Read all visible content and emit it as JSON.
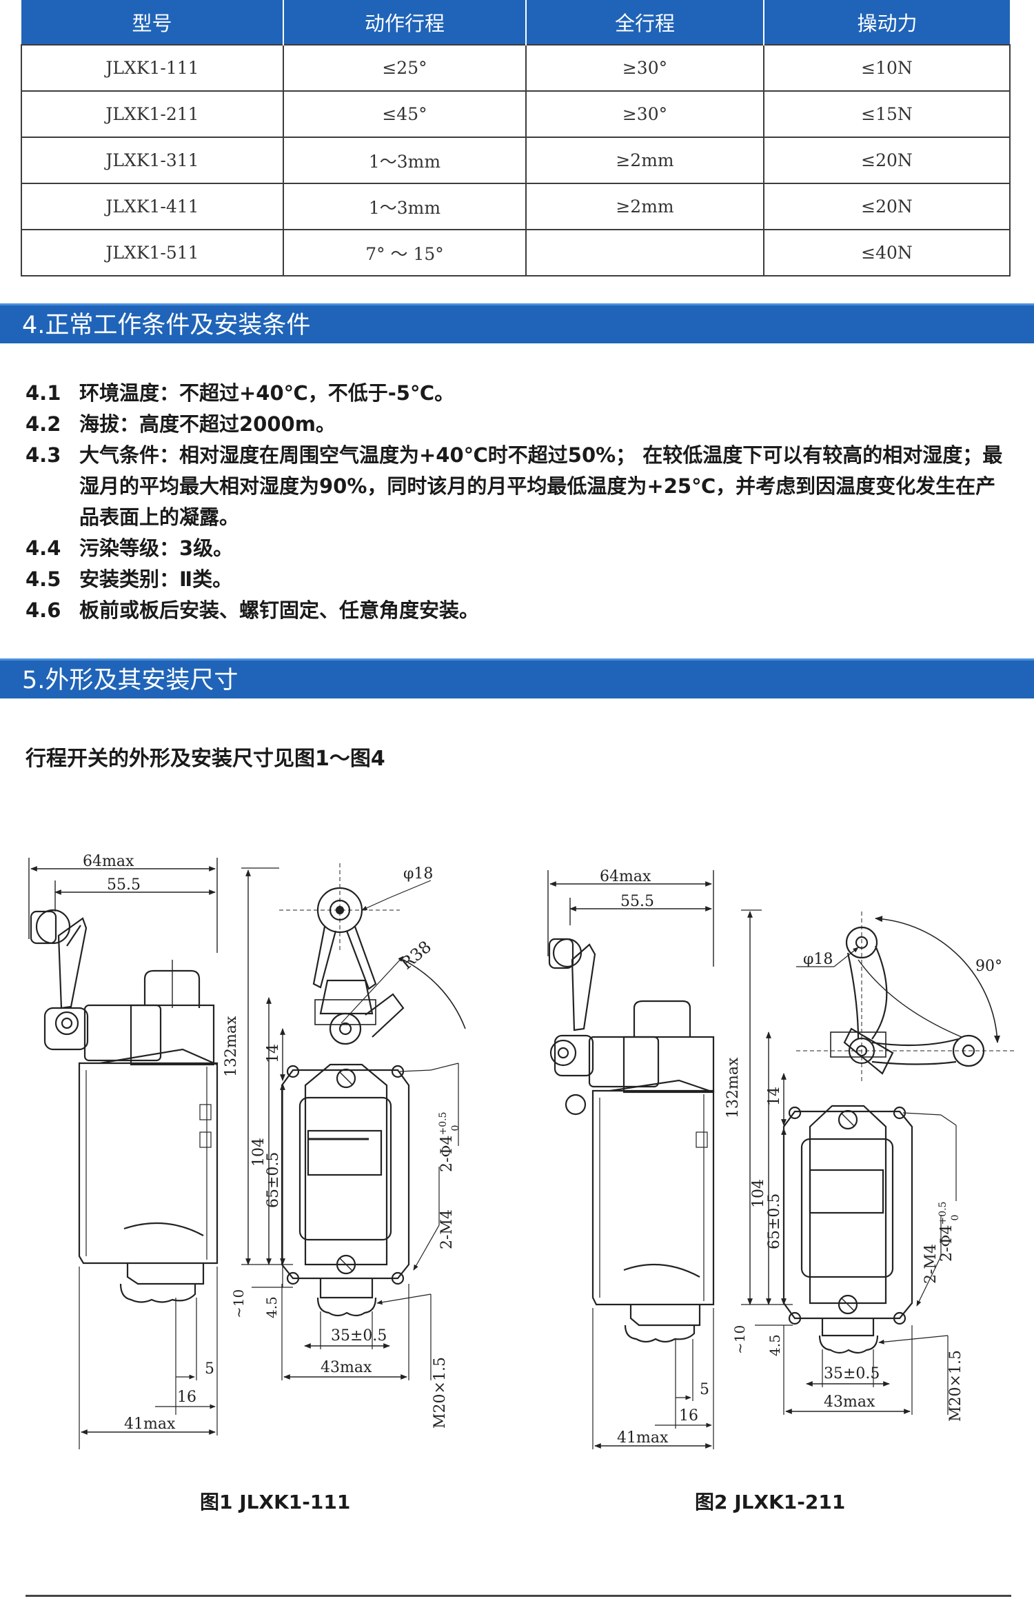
{
  "spec_table": {
    "headers": [
      "型号",
      "动作行程",
      "全行程",
      "操动力"
    ],
    "rows": [
      [
        "JLXK1-111",
        "≤25°",
        "≥30°",
        "≤10N"
      ],
      [
        "JLXK1-211",
        "≤45°",
        "≥30°",
        "≤15N"
      ],
      [
        "JLXK1-311",
        "1～3mm",
        "≥2mm",
        "≤20N"
      ],
      [
        "JLXK1-411",
        "1～3mm",
        "≥2mm",
        "≤20N"
      ],
      [
        "JLXK1-511",
        "7° ～ 15°",
        "",
        "≤40N"
      ]
    ]
  },
  "section4": {
    "title": "4.正常工作条件及安装条件",
    "items": [
      {
        "num": "4.1",
        "text": "环境温度：不超过+40℃，不低于-5℃。"
      },
      {
        "num": "4.2",
        "text": "海拔：高度不超过2000m。"
      },
      {
        "num": "4.3",
        "text": "大气条件：相对湿度在周围空气温度为+40℃时不超过50%； 在较低温度下可以有较高的相对湿度；最湿月的平均最大相对湿度为90%，同时该月的月平均最低温度为+25℃，并考虑到因温度变化发生在产品表面上的凝露。"
      },
      {
        "num": "4.4",
        "text": "污染等级：3级。"
      },
      {
        "num": "4.5",
        "text": "安装类别：Ⅱ类。"
      },
      {
        "num": "4.6",
        "text": "板前或板后安装、螺钉固定、任意角度安装。"
      }
    ]
  },
  "section5": {
    "title": "5.外形及其安装尺寸",
    "intro": "行程开关的外形及安装尺寸见图1～图4"
  },
  "figure1": {
    "caption": "图1  JLXK1-111",
    "dims": {
      "width_max": "64max",
      "width": "55.5",
      "roller_dia": "φ18",
      "radius": "R38",
      "height_max": "132max",
      "h104": "104",
      "h65": "65±0.5",
      "h14": "14",
      "hole": "2-Φ4",
      "hole_tol": "+0.5",
      "hole_tol0": "0",
      "screw": "2-M4",
      "d10": "~10",
      "d45": "4.5",
      "d5": "5",
      "d16": "16",
      "d35": "35±0.5",
      "d43": "43max",
      "d41": "41max",
      "thread": "M20×1.5"
    }
  },
  "figure2": {
    "caption": "图2  JLXK1-211",
    "dims": {
      "width_max": "64max",
      "width": "55.5",
      "roller_dia": "φ18",
      "angle": "90°",
      "height_max": "132max",
      "h104": "104",
      "h65": "65±0.5",
      "h14": "14",
      "hole": "2-Φ4",
      "hole_tol": "+0.5",
      "hole_tol0": "0",
      "screw": "2-M4",
      "d10": "~10",
      "d45": "4.5",
      "d5": "5",
      "d16": "16",
      "d35": "35±0.5",
      "d43": "43max",
      "d41": "41max",
      "thread": "M20×1.5"
    }
  }
}
